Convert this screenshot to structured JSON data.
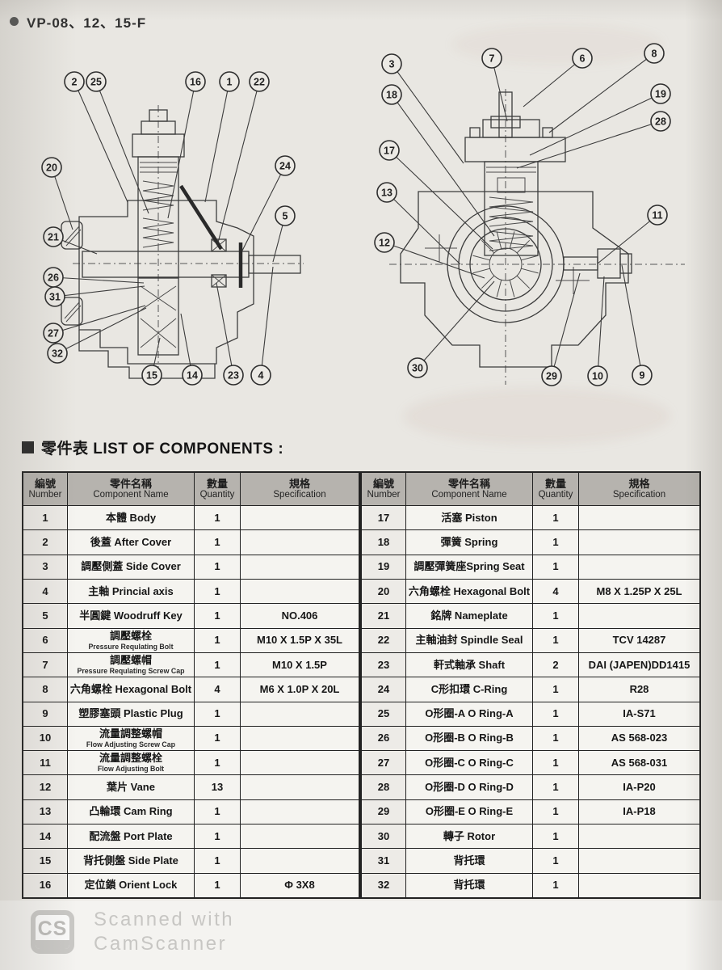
{
  "page": {
    "title": "VP-08、12、15-F",
    "section_title": "零件表 LIST OF COMPONENTS :"
  },
  "table": {
    "headers": {
      "number_zh": "編號",
      "number_en": "Number",
      "name_zh": "零件名稱",
      "name_en": "Component Name",
      "qty_zh": "數量",
      "qty_en": "Quantity",
      "spec_zh": "規格",
      "spec_en": "Specification"
    },
    "left_rows": [
      {
        "no": "1",
        "name": "本體 Body",
        "sub": "",
        "qty": "1",
        "spec": ""
      },
      {
        "no": "2",
        "name": "後蓋 After Cover",
        "sub": "",
        "qty": "1",
        "spec": ""
      },
      {
        "no": "3",
        "name": "調壓側蓋 Side Cover",
        "sub": "",
        "qty": "1",
        "spec": ""
      },
      {
        "no": "4",
        "name": "主軸 Princial axis",
        "sub": "",
        "qty": "1",
        "spec": ""
      },
      {
        "no": "5",
        "name": "半圓鍵 Woodruff Key",
        "sub": "",
        "qty": "1",
        "spec": "NO.406"
      },
      {
        "no": "6",
        "name": "調壓螺栓",
        "sub": "Pressure Requlating Bolt",
        "qty": "1",
        "spec": "M10 X 1.5P X 35L"
      },
      {
        "no": "7",
        "name": "調壓螺帽",
        "sub": "Pressure Requlating Screw Cap",
        "qty": "1",
        "spec": "M10 X 1.5P"
      },
      {
        "no": "8",
        "name": "六角螺栓 Hexagonal Bolt",
        "sub": "",
        "qty": "4",
        "spec": "M6 X 1.0P X 20L"
      },
      {
        "no": "9",
        "name": "塑膠塞頭 Plastic Plug",
        "sub": "",
        "qty": "1",
        "spec": ""
      },
      {
        "no": "10",
        "name": "流量調整螺帽",
        "sub": "Flow Adjusting Screw Cap",
        "qty": "1",
        "spec": ""
      },
      {
        "no": "11",
        "name": "流量調整螺栓",
        "sub": "Flow Adjusting Bolt",
        "qty": "1",
        "spec": ""
      },
      {
        "no": "12",
        "name": "葉片 Vane",
        "sub": "",
        "qty": "13",
        "spec": ""
      },
      {
        "no": "13",
        "name": "凸輪環 Cam Ring",
        "sub": "",
        "qty": "1",
        "spec": ""
      },
      {
        "no": "14",
        "name": "配流盤 Port Plate",
        "sub": "",
        "qty": "1",
        "spec": ""
      },
      {
        "no": "15",
        "name": "背托側盤 Side Plate",
        "sub": "",
        "qty": "1",
        "spec": ""
      },
      {
        "no": "16",
        "name": "定位鎖 Orient Lock",
        "sub": "",
        "qty": "1",
        "spec": "Φ 3X8"
      }
    ],
    "right_rows": [
      {
        "no": "17",
        "name": "活塞 Piston",
        "sub": "",
        "qty": "1",
        "spec": ""
      },
      {
        "no": "18",
        "name": "彈簧 Spring",
        "sub": "",
        "qty": "1",
        "spec": ""
      },
      {
        "no": "19",
        "name": "調壓彈簧座Spring Seat",
        "sub": "",
        "qty": "1",
        "spec": ""
      },
      {
        "no": "20",
        "name": "六角螺栓 Hexagonal Bolt",
        "sub": "",
        "qty": "4",
        "spec": "M8 X 1.25P X 25L"
      },
      {
        "no": "21",
        "name": "銘牌 Nameplate",
        "sub": "",
        "qty": "1",
        "spec": ""
      },
      {
        "no": "22",
        "name": "主軸油封 Spindle Seal",
        "sub": "",
        "qty": "1",
        "spec": "TCV 14287"
      },
      {
        "no": "23",
        "name": "軒式軸承 Shaft",
        "sub": "",
        "qty": "2",
        "spec": "DAI (JAPEN)DD1415"
      },
      {
        "no": "24",
        "name": "C形扣環 C-Ring",
        "sub": "",
        "qty": "1",
        "spec": "R28"
      },
      {
        "no": "25",
        "name": "O形圈-A O Ring-A",
        "sub": "",
        "qty": "1",
        "spec": "IA-S71"
      },
      {
        "no": "26",
        "name": "O形圈-B O Ring-B",
        "sub": "",
        "qty": "1",
        "spec": "AS 568-023"
      },
      {
        "no": "27",
        "name": "O形圈-C O Ring-C",
        "sub": "",
        "qty": "1",
        "spec": "AS 568-031"
      },
      {
        "no": "28",
        "name": "O形圈-D O Ring-D",
        "sub": "",
        "qty": "1",
        "spec": "IA-P20"
      },
      {
        "no": "29",
        "name": "O形圈-E O Ring-E",
        "sub": "",
        "qty": "1",
        "spec": "IA-P18"
      },
      {
        "no": "30",
        "name": "轉子 Rotor",
        "sub": "",
        "qty": "1",
        "spec": ""
      },
      {
        "no": "31",
        "name": "背托環",
        "sub": "",
        "qty": "1",
        "spec": ""
      },
      {
        "no": "32",
        "name": "背托環",
        "sub": "",
        "qty": "1",
        "spec": ""
      }
    ]
  },
  "diagrams": {
    "left": {
      "callouts": [
        "2",
        "25",
        "16",
        "1",
        "22",
        "20",
        "24",
        "21",
        "5",
        "26",
        "31",
        "27",
        "32",
        "15",
        "14",
        "23",
        "4"
      ]
    },
    "right": {
      "callouts": [
        "3",
        "7",
        "6",
        "8",
        "18",
        "19",
        "28",
        "17",
        "13",
        "12",
        "11",
        "30",
        "29",
        "10",
        "9"
      ]
    }
  },
  "footer": {
    "logo_text": "CS",
    "line1": "Scanned with",
    "line2": "CamScanner"
  }
}
